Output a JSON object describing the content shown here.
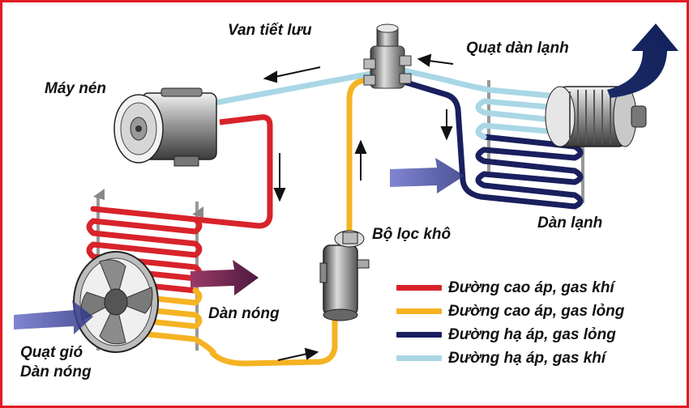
{
  "labels": {
    "van_tiet_luu": "Van tiết lưu",
    "quat_dan_lanh": "Quạt dàn lạnh",
    "may_nen": "Máy nén",
    "dan_lanh": "Dàn lạnh",
    "bo_loc_kho": "Bộ lọc khô",
    "dan_nong": "Dàn nóng",
    "quat_gio_line1": "Quạt gió",
    "quat_gio_line2": "Dàn nóng"
  },
  "legend": [
    {
      "text": "Đường cao áp, gas khí",
      "color": "#d8232a"
    },
    {
      "text": "Đường cao áp, gas lỏng",
      "color": "#f5b323"
    },
    {
      "text": "Đường hạ áp, gas lỏng",
      "color": "#1a1f5e"
    },
    {
      "text": "Đường hạ áp, gas khí",
      "color": "#a9d7e6"
    }
  ],
  "colors": {
    "high_gas": "#d8232a",
    "high_liquid": "#f5b323",
    "low_liquid": "#1a1f5e",
    "low_gas": "#a9d7e6",
    "frame": "#e11b22"
  }
}
